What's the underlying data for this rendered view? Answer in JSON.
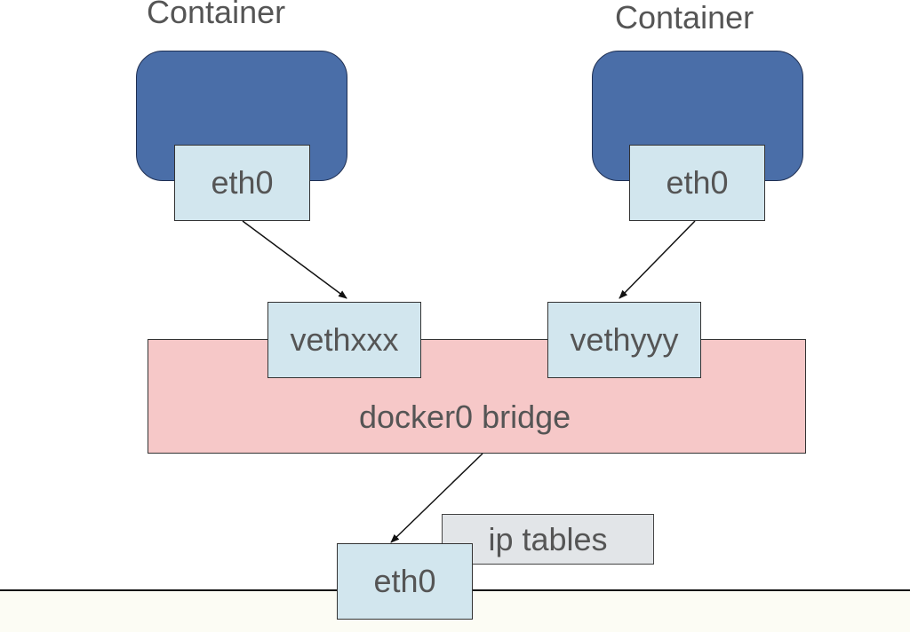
{
  "containers": [
    {
      "title": "Container",
      "interface": "eth0"
    },
    {
      "title": "Container",
      "interface": "eth0"
    }
  ],
  "bridge": {
    "label": "docker0 bridge",
    "ports": [
      "vethxxx",
      "vethyyy"
    ]
  },
  "host": {
    "interface": "eth0",
    "firewall": "ip tables"
  },
  "colors": {
    "container": "#4a6ea8",
    "interface": "#d2e6ee",
    "bridge": "#f6c8c8",
    "iptables": "#e2e5e8",
    "host_band": "#fcfcf4",
    "text": "#555555"
  }
}
